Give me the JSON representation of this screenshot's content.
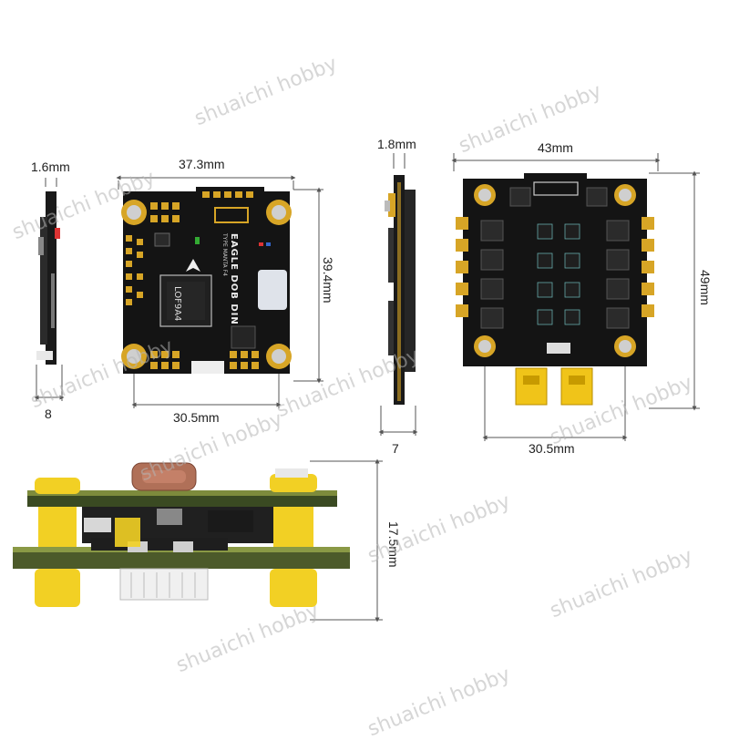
{
  "dimensions": {
    "fc_thickness": "1.6mm",
    "fc_width": "37.3mm",
    "fc_height": "39.4mm",
    "fc_mount": "30.5mm",
    "fc_side_height": "8",
    "esc_thickness": "1.8mm",
    "esc_width": "43mm",
    "esc_height": "49mm",
    "esc_mount": "30.5mm",
    "esc_side_height": "7",
    "stack_height": "17.5mm"
  },
  "board_labels": {
    "fc_name": "EAGLE DOB DIN",
    "fc_sub": "TYPE MANTA F4",
    "fc_chip": "LOF9A4"
  },
  "watermark": "shuaichi hobby",
  "colors": {
    "pcb": "#141414",
    "gold": "#d7a526",
    "standoff": "#f2d024",
    "green_pcb": "#6b7a3a"
  }
}
